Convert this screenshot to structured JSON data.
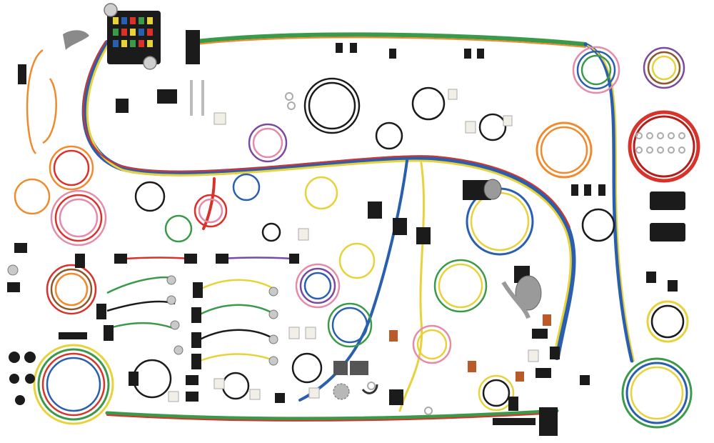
{
  "scene": {
    "background": "#ffffff",
    "wire_colors": {
      "red": "#d8322b",
      "orange": "#f08a2c",
      "yellow": "#e8d23a",
      "green": "#3a9a4a",
      "blue": "#2a5fb0",
      "black": "#1b1b1b",
      "pink": "#e58aa8",
      "purple": "#7a4aa0",
      "white": "#e9e9e9",
      "brown": "#8a5a2b",
      "tan": "#c8a472"
    },
    "components": [
      "fuse-box",
      "main-harness-trunk",
      "wire-coils",
      "connectors",
      "relay-modules",
      "ignition-switch",
      "battery-cable-red",
      "ring-terminals",
      "grommets",
      "bulb-sockets"
    ]
  }
}
